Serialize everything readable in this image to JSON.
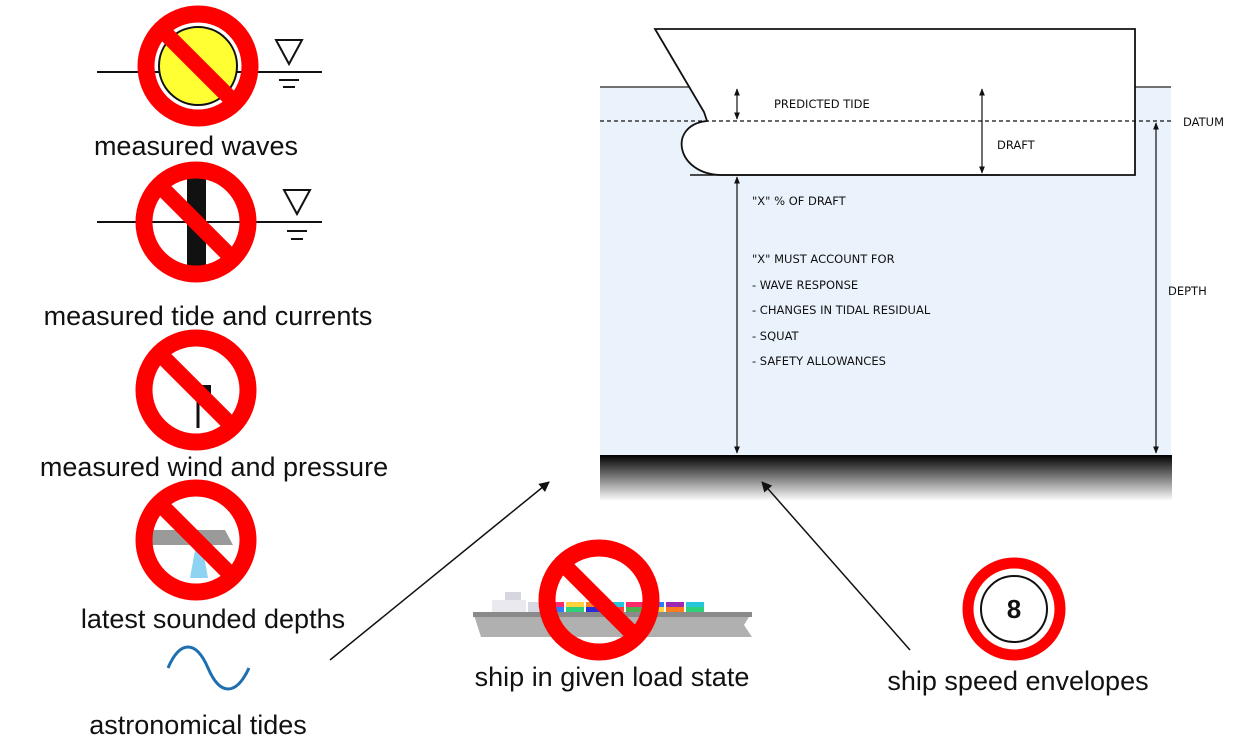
{
  "labels": {
    "measured_waves": "measured waves",
    "measured_tide_currents": "measured tide and currents",
    "measured_wind_pressure": "measured wind and pressure",
    "latest_sounded_depths": "latest sounded depths",
    "astronomical_tides": "astronomical tides",
    "ship_load_state": "ship in given load state",
    "ship_speed_envelopes": "ship speed envelopes"
  },
  "speed_sign": {
    "value": "8"
  },
  "diagram": {
    "predicted_tide": "PREDICTED TIDE",
    "datum": "DATUM",
    "draft": "DRAFT",
    "depth": "DEPTH",
    "x_percent": "\"X\" % OF DRAFT",
    "x_must": "\"X\" MUST ACCOUNT FOR",
    "items": [
      "- WAVE RESPONSE",
      "- CHANGES IN TIDAL RESIDUAL",
      "- SQUAT",
      "- SAFETY ALLOWANCES"
    ]
  },
  "colors": {
    "prohibition_red": "#ff0000",
    "water": "#eaf3fc",
    "wave_yellow": "#ffff33",
    "tide_wave_blue": "#1f6fb0"
  }
}
